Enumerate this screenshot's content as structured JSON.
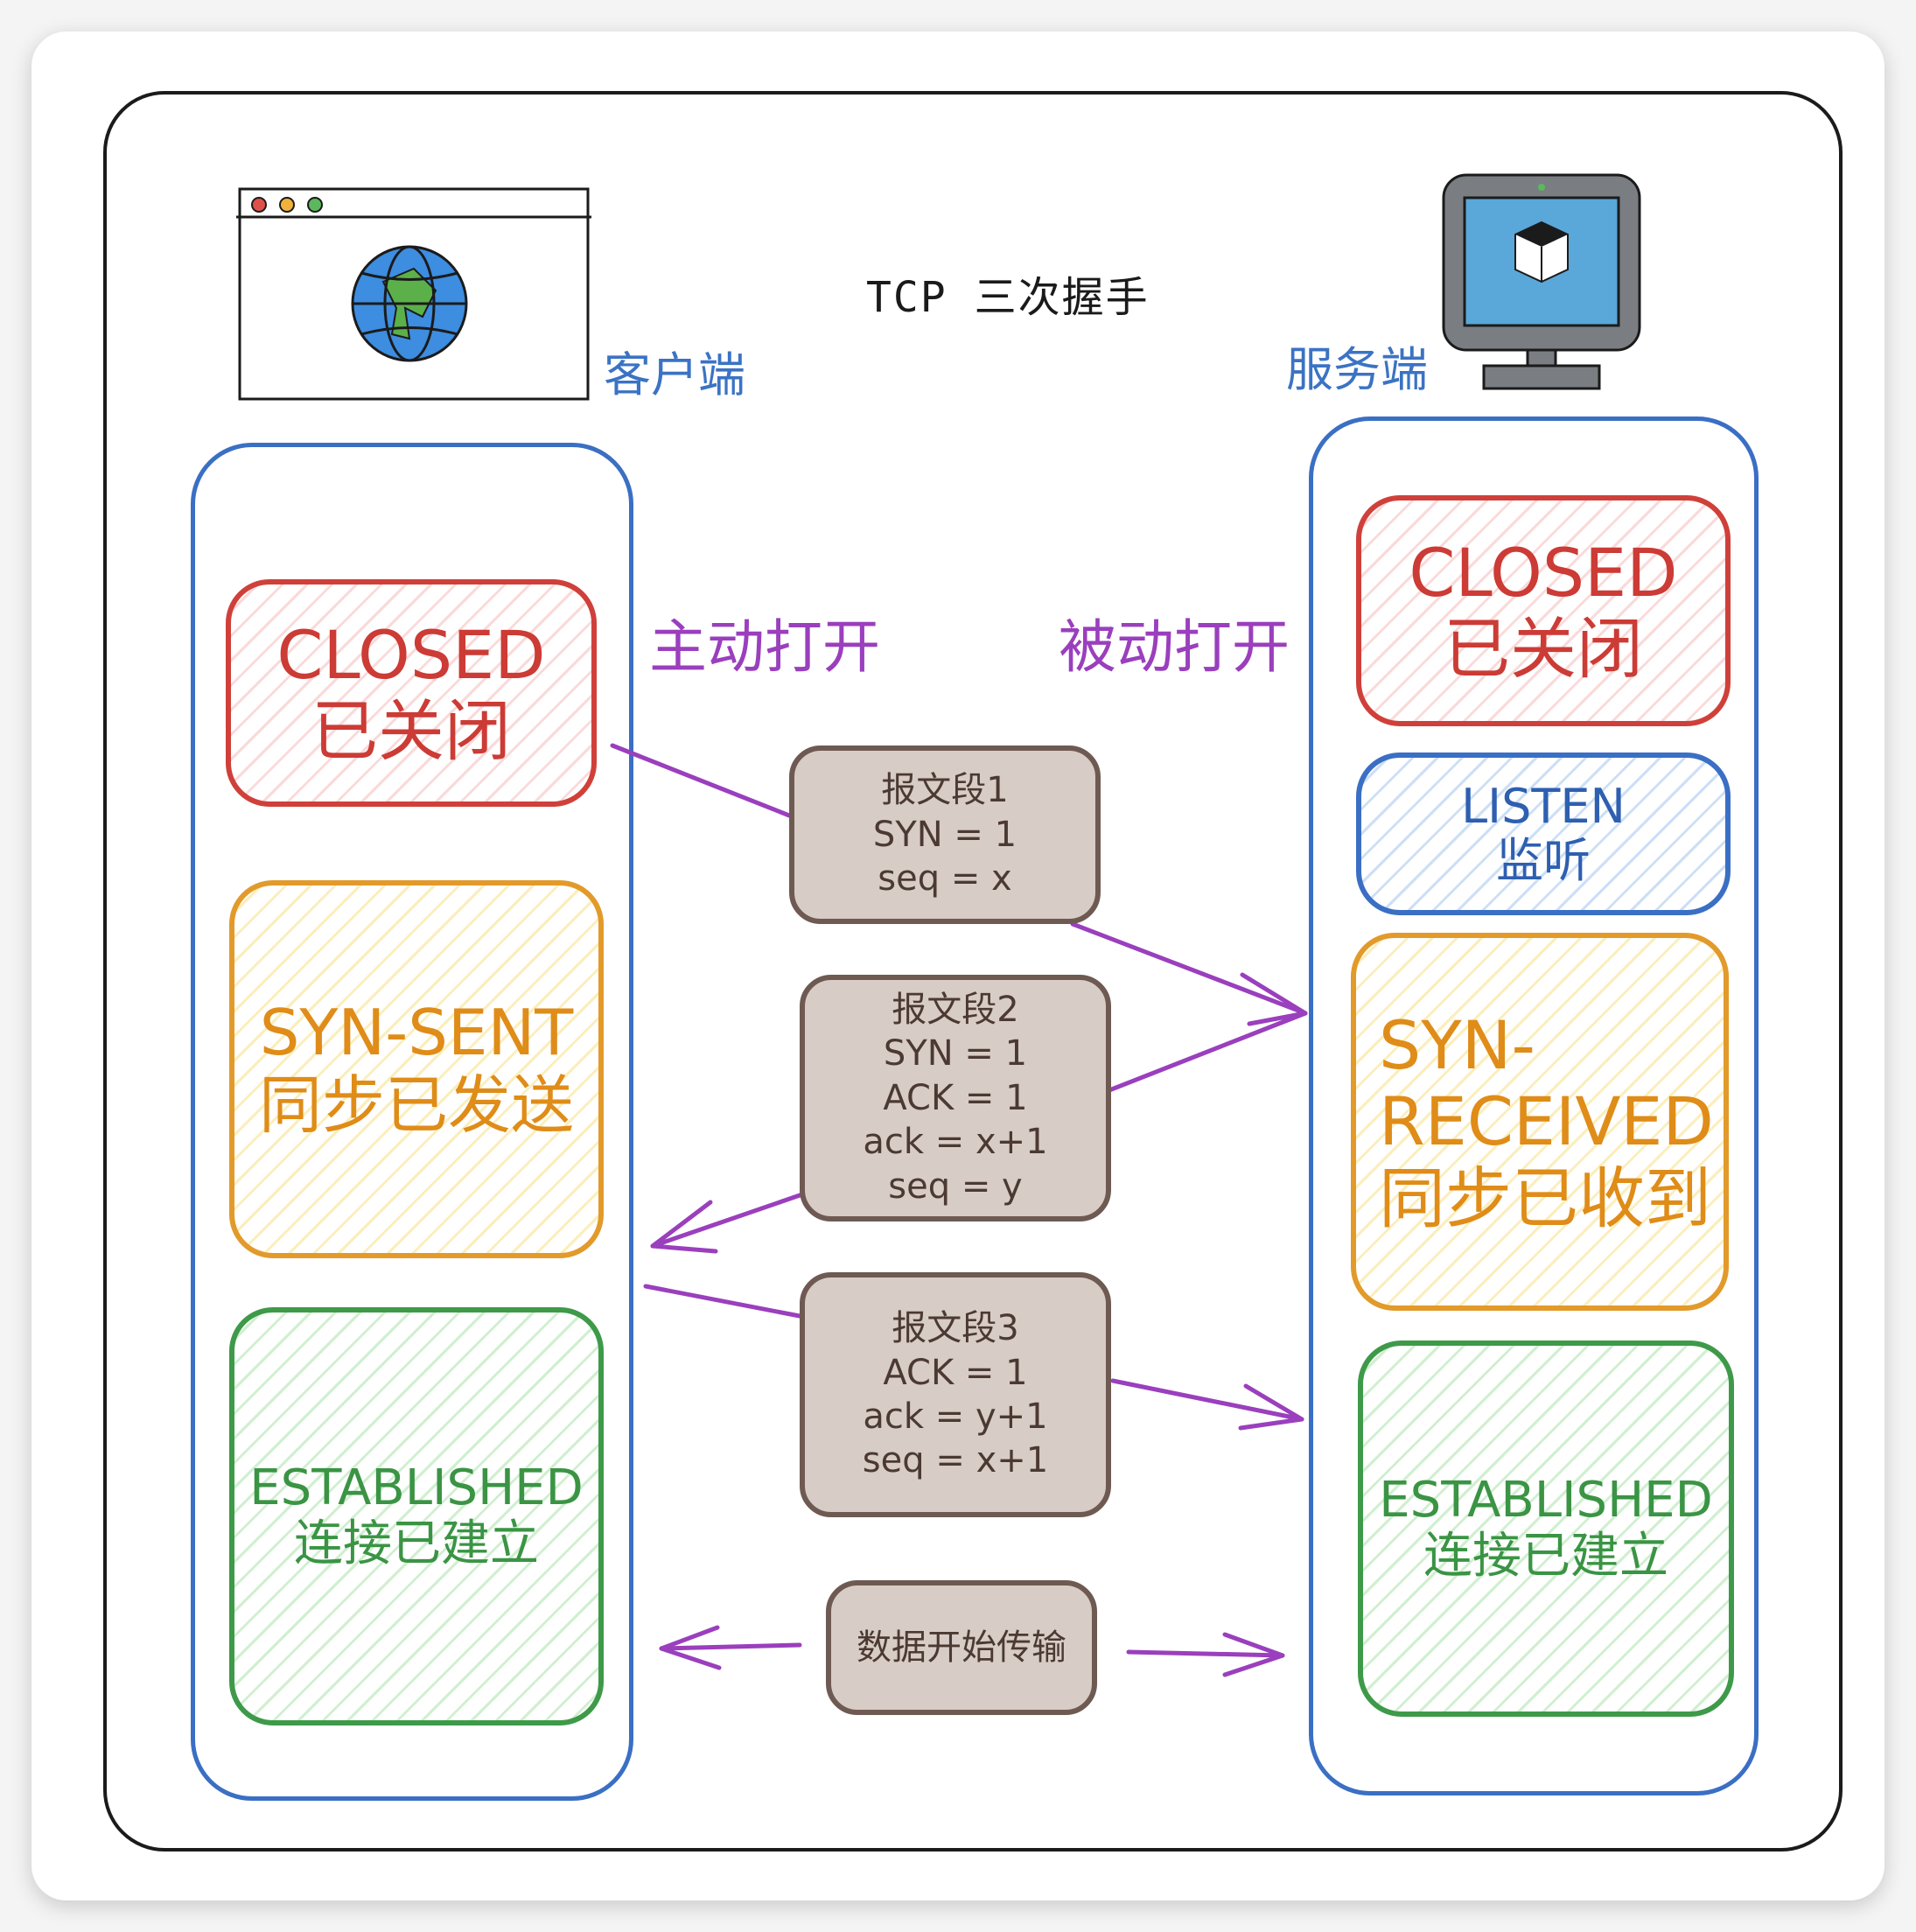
{
  "title": "TCP  三次握手",
  "client": {
    "label": "客户端",
    "open_label": "主动打开"
  },
  "server": {
    "label": "服务端",
    "open_label": "被动打开"
  },
  "client_states": [
    {
      "en": "CLOSED",
      "zh": "已关闭"
    },
    {
      "en": "SYN-SENT",
      "zh": "同步已发送"
    },
    {
      "en": "ESTABLISHED",
      "zh": "连接已建立"
    }
  ],
  "server_states": [
    {
      "en": "CLOSED",
      "zh": "已关闭"
    },
    {
      "en": "LISTEN",
      "zh": "监听"
    },
    {
      "en_line1": "SYN-",
      "en_line2": "RECEIVED",
      "zh": "同步已收到"
    },
    {
      "en": "ESTABLISHED",
      "zh": "连接已建立"
    }
  ],
  "segments": [
    {
      "lines": [
        "报文段1",
        "SYN = 1",
        "seq = x"
      ]
    },
    {
      "lines": [
        "报文段2",
        "SYN = 1",
        "ACK = 1",
        "ack = x+1",
        "seq = y"
      ]
    },
    {
      "lines": [
        "报文段3",
        "ACK = 1",
        "ack = y+1",
        "seq = x+1"
      ]
    }
  ],
  "data_transfer": "数据开始传输",
  "icons": {
    "client": "browser-globe-icon",
    "server": "monitor-server-icon"
  },
  "colors": {
    "arrow": "#9a3fbd",
    "column_border": "#3a6fc4",
    "closed": "#d0403a",
    "listen": "#3a6fc4",
    "syn": "#e29a2b",
    "established": "#3e9a49",
    "packet_fill": "#d8ccc6",
    "packet_border": "#6e5a52"
  }
}
